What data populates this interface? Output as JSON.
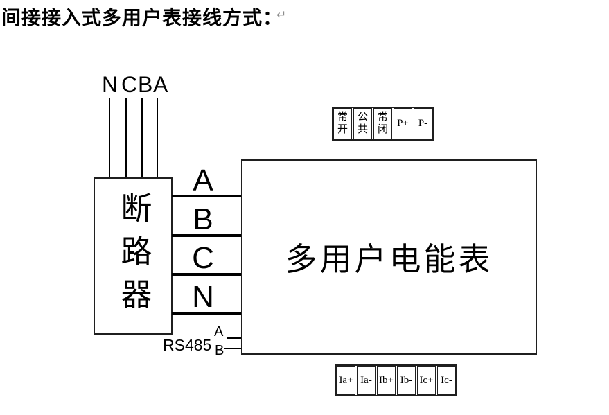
{
  "title": {
    "text": "间接接入式多用户表接线方式：",
    "paragraph_mark": "↵"
  },
  "incoming_lines": {
    "labels": [
      "N",
      "C",
      "B",
      "A"
    ]
  },
  "breaker": {
    "label": "断路器"
  },
  "meter": {
    "label": "多用户电能表"
  },
  "phase_bus": {
    "items": [
      {
        "label": "A"
      },
      {
        "label": "B"
      },
      {
        "label": "C"
      },
      {
        "label": "N"
      }
    ]
  },
  "rs485": {
    "label": "RS485",
    "a_label": "A",
    "b_label": "B"
  },
  "terminals_top": {
    "cells": [
      "常开",
      "公共",
      "常闭",
      "P+",
      "P-"
    ]
  },
  "terminals_bottom": {
    "cells": [
      "Ia+",
      "Ia-",
      "Ib+",
      "Ib-",
      "Ic+",
      "Ic-"
    ]
  },
  "colors": {
    "ink": "#000000",
    "paragraph_mark": "#8c8c8c",
    "background": "#ffffff"
  }
}
